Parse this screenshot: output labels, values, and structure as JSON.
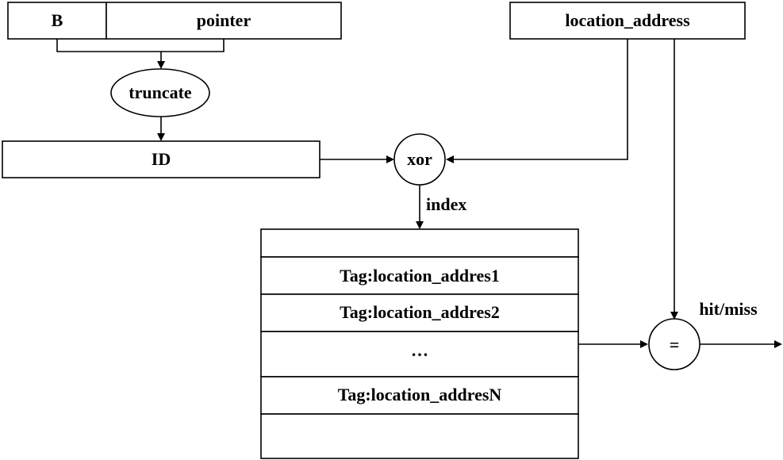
{
  "pointer_register": {
    "b_label": "B",
    "pointer_label": "pointer"
  },
  "location_address_label": "location_address",
  "truncate_label": "truncate",
  "id_label": "ID",
  "xor_label": "xor",
  "index_label": "index",
  "table": {
    "rows": [
      "",
      "Tag:location_addres1",
      "Tag:location_addres2",
      "…",
      "Tag:location_addresN",
      ""
    ]
  },
  "compare_label": "=",
  "output_label": "hit/miss"
}
